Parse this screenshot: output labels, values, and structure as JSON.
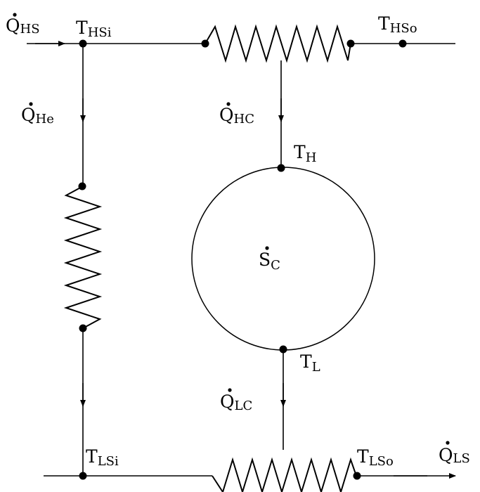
{
  "diagram": {
    "labels": {
      "q_hs": {
        "main": "Q",
        "sub": "HS"
      },
      "t_hsi": {
        "main": "T",
        "sub": "HSi"
      },
      "t_hso": {
        "main": "T",
        "sub": "HSo"
      },
      "q_he": {
        "main": "Q",
        "sub": "He"
      },
      "q_hc": {
        "main": "Q",
        "sub": "HC"
      },
      "t_h": {
        "main": "T",
        "sub": "H"
      },
      "s_c": {
        "main": "S",
        "sub": "C"
      },
      "t_l": {
        "main": "T",
        "sub": "L"
      },
      "q_lc": {
        "main": "Q",
        "sub": "LC"
      },
      "t_lsi": {
        "main": "T",
        "sub": "LSi"
      },
      "t_lso": {
        "main": "T",
        "sub": "LSo"
      },
      "q_ls": {
        "main": "Q",
        "sub": "LS"
      }
    }
  }
}
